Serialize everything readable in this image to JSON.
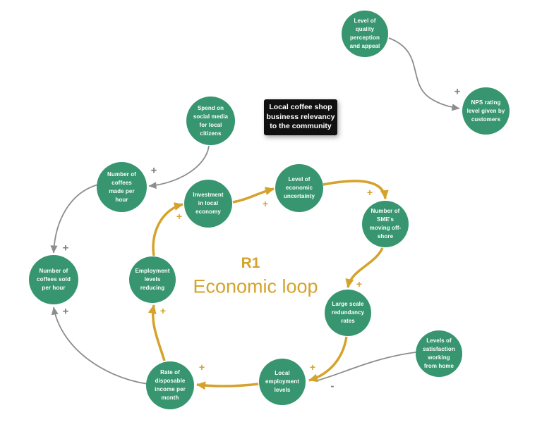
{
  "colors": {
    "node_green": "#37966F",
    "loop_gold": "#D5A22B",
    "link_gray": "#8D8D8D",
    "title_box_bg": "#101010"
  },
  "title_box": {
    "text": "Local coffee shop\nbusiness relevancy\nto the community"
  },
  "loop_label": {
    "id": "R1",
    "name": "Economic loop"
  },
  "nodes": [
    {
      "id": "quality-perception",
      "label": "Level of\nquality\nperception\nand appeal"
    },
    {
      "id": "nps-rating",
      "label": "NPS rating\nlevel given by\ncustomers"
    },
    {
      "id": "social-media-spend",
      "label": "Spend on\nsocial media\nfor local\ncitizens"
    },
    {
      "id": "coffees-made",
      "label": "Number of\ncoffees\nmade per\nhour"
    },
    {
      "id": "investment-local-economy",
      "label": "Investment\nin local\neconomy"
    },
    {
      "id": "economic-uncertainty",
      "label": "Level of\neconomic\nuncertainty"
    },
    {
      "id": "smes-moving-offshore",
      "label": "Number of\nSME's\nmoving off-\nshore"
    },
    {
      "id": "coffees-sold",
      "label": "Number of\ncoffees sold\nper hour"
    },
    {
      "id": "employment-reducing",
      "label": "Employment\nlevels\nreducing"
    },
    {
      "id": "redundancy-rates",
      "label": "Large scale\nredundancy\nrates"
    },
    {
      "id": "satisfaction-wfh",
      "label": "Levels of\nsatisfaction\nworking\nfrom home"
    },
    {
      "id": "disposable-income",
      "label": "Rate of\ndisposable\nincome per\nmonth"
    },
    {
      "id": "local-employment",
      "label": "Local\nemployment\nlevels"
    }
  ],
  "signs": [
    {
      "symbol": "+",
      "tone": "gray"
    },
    {
      "symbol": "+",
      "tone": "gray"
    },
    {
      "symbol": "+",
      "tone": "gray"
    },
    {
      "symbol": "+",
      "tone": "gray"
    },
    {
      "symbol": "-",
      "tone": "gray"
    },
    {
      "symbol": "+",
      "tone": "gold"
    },
    {
      "symbol": "+",
      "tone": "gold"
    },
    {
      "symbol": "+",
      "tone": "gold"
    },
    {
      "symbol": "+",
      "tone": "gold"
    },
    {
      "symbol": "+",
      "tone": "gold"
    },
    {
      "symbol": "+",
      "tone": "gold"
    },
    {
      "symbol": "+",
      "tone": "gold"
    }
  ],
  "edges": [
    {
      "from": "quality-perception",
      "to": "nps-rating",
      "polarity": "+",
      "color": "gray"
    },
    {
      "from": "social-media-spend",
      "to": "coffees-made",
      "polarity": "+",
      "color": "gray"
    },
    {
      "from": "coffees-made",
      "to": "coffees-sold",
      "polarity": "+",
      "color": "gray"
    },
    {
      "from": "disposable-income",
      "to": "coffees-sold",
      "polarity": "+",
      "color": "gray"
    },
    {
      "from": "satisfaction-wfh",
      "to": "local-employment",
      "polarity": "-",
      "color": "gray"
    },
    {
      "from": "employment-reducing",
      "to": "investment-local-economy",
      "polarity": "+",
      "color": "gold"
    },
    {
      "from": "investment-local-economy",
      "to": "economic-uncertainty",
      "polarity": "+",
      "color": "gold"
    },
    {
      "from": "economic-uncertainty",
      "to": "smes-moving-offshore",
      "polarity": "+",
      "color": "gold"
    },
    {
      "from": "smes-moving-offshore",
      "to": "redundancy-rates",
      "polarity": "+",
      "color": "gold"
    },
    {
      "from": "redundancy-rates",
      "to": "local-employment",
      "polarity": "+",
      "color": "gold"
    },
    {
      "from": "local-employment",
      "to": "disposable-income",
      "polarity": "+",
      "color": "gold"
    },
    {
      "from": "disposable-income",
      "to": "employment-reducing",
      "polarity": "+",
      "color": "gold"
    }
  ]
}
